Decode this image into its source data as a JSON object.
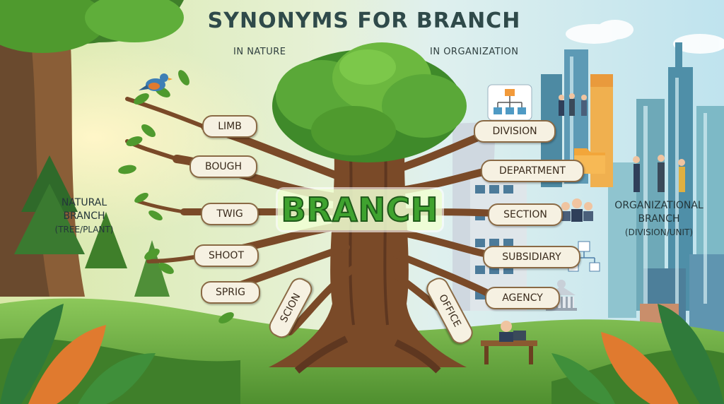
{
  "title": "SYNONYMS FOR BRANCH",
  "nature_heading": "IN NATURE",
  "org_heading": "IN ORGANIZATION",
  "center_word": "BRANCH",
  "natural_label": {
    "main_1": "NATURAL",
    "main_2": "BRANCH",
    "sub": "(TREE/PLANT)"
  },
  "org_label": {
    "main_1": "ORGANIZATIONAL",
    "main_2": "BRANCH",
    "sub": "(DIVISION/UNIT)"
  },
  "nature_synonyms": [
    "LIMB",
    "BOUGH",
    "TWIG",
    "SHOOT",
    "SPRIG",
    "SCION"
  ],
  "org_synonyms": [
    "DIVISION",
    "DEPARTMENT",
    "SECTION",
    "SUBSIDIARY",
    "AGENCY",
    "OFFICE"
  ],
  "icons": [
    "bird-icon",
    "org-chart-icon",
    "folder-icon",
    "people-group-icon",
    "hierarchy-icon",
    "government-building-icon",
    "office-worker-icon"
  ],
  "colors": {
    "sky": "#cfe9ec",
    "foliage": "#4f9a2e",
    "trunk": "#7a4a28",
    "center_text": "#3fa32f",
    "pill_bg": "#f6f1e2"
  }
}
